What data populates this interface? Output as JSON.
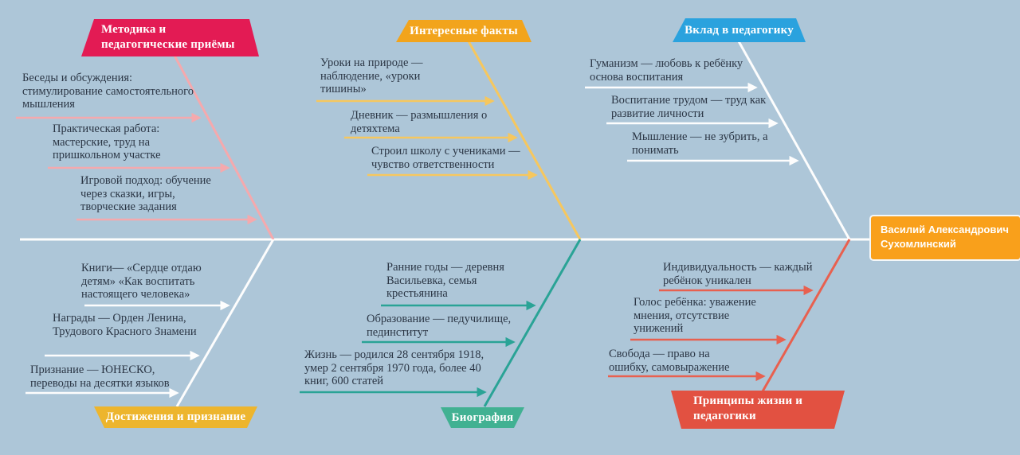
{
  "diagram": {
    "type": "fishbone",
    "background_color": "#adc6d8",
    "spine_color": "#ffffff",
    "text_color": "#2b3645"
  },
  "head": {
    "label": "Василий Александрович Сухомлинский",
    "color": "#f9a01b"
  },
  "branches": [
    {
      "id": "methods",
      "label": "Методика и педагогические приёмы",
      "position": "top-left",
      "header_color": "#e31b54",
      "line_color": "#f5a9ad",
      "items": [
        "Беседы и обсуждения: стимулирование самостоятельного мышления",
        "Практическая работа: мастерские, труд на пришкольном участке",
        "Игровой подход: обучение через сказки, игры, творческие задания"
      ]
    },
    {
      "id": "facts",
      "label": "Интересные факты",
      "position": "top-center",
      "header_color": "#f2a41c",
      "line_color": "#f6c75e",
      "items": [
        "Уроки на природе — наблюдение, «уроки тишины»",
        "Дневник — размышления о детяхтема",
        "Строил школу с учениками — чувство ответственности"
      ]
    },
    {
      "id": "contribution",
      "label": "Вклад в педагогику",
      "position": "top-right",
      "header_color": "#2aa2de",
      "line_color": "#ffffff",
      "items": [
        "Гуманизм — любовь к ребёнку основа воспитания",
        "Воспитание трудом — труд как развитие личности",
        "Мышление — не зубрить, а понимать"
      ]
    },
    {
      "id": "achievements",
      "label": "Достижения и признание",
      "position": "bottom-left",
      "header_color": "#edb52d",
      "line_color": "#ffffff",
      "items": [
        "Книги— «Сердце отдаю детям» «Как воспитать настоящего человека»",
        "Награды — Орден Ленина, Трудового Красного Знамени",
        "Признание — ЮНЕСКО, переводы на десятки языков"
      ]
    },
    {
      "id": "biography",
      "label": "Биография",
      "position": "bottom-center",
      "header_color": "#41b192",
      "line_color": "#2aa396",
      "items": [
        "Ранние годы — деревня Васильевка, семья крестьянина",
        "Образование — педучилище, пединститут",
        "Жизнь — родился 28 сентября 1918, умер 2 сентября 1970 года, более 40 книг, 600 статей"
      ]
    },
    {
      "id": "principles",
      "label": "Принципы жизни и педагогики",
      "position": "bottom-right",
      "header_color": "#e25141",
      "line_color": "#e8604f",
      "items": [
        "Индивидуальность — каждый ребёнок уникален",
        "Голос ребёнка: уважение мнения, отсутствие унижений",
        "Свобода — право на ошибку, самовыражение"
      ]
    }
  ]
}
